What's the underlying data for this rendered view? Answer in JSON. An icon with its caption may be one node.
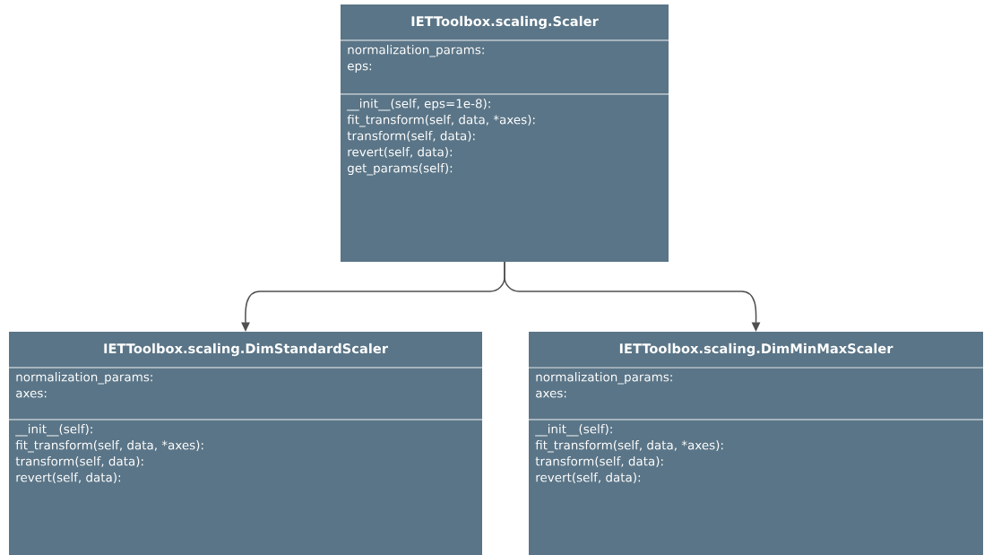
{
  "diagram": {
    "nodes": [
      {
        "text": [
          "IETToolbox.scaling.Scaler",
          "normalization_params:",
          "eps:",
          "__init__(self, eps=1e-8):",
          "fit_transform(self, data, *axes):",
          "transform(self, data):",
          "revert(self, data):",
          "get_params(self):"
        ]
      },
      {
        "text": [
          "IETToolbox.scaling.DimStandardScaler",
          "normalization_params:",
          "axes:",
          "__init__(self):",
          "fit_transform(self, data, *axes):",
          "transform(self, data):",
          "revert(self, data):"
        ]
      },
      {
        "text": [
          "IETToolbox.scaling.DimMinMaxScaler",
          "normalization_params:",
          "axes:",
          "__init__(self):",
          "fit_transform(self, data, *axes):",
          "transform(self, data):",
          "revert(self, data):"
        ]
      }
    ],
    "edges": [
      {
        "from": 0,
        "to": 1,
        "arrow": "to"
      },
      {
        "from": 0,
        "to": 2,
        "arrow": "to"
      }
    ]
  }
}
